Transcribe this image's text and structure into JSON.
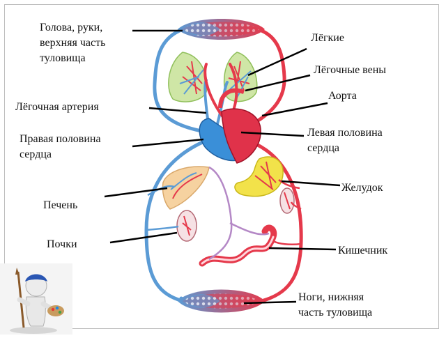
{
  "labels": {
    "head": "Голова, руки,\nверхняя часть\nтуловища",
    "lungs": "Лёгкие",
    "pulmonary_veins": "Лёгочные вены",
    "aorta": "Аорта",
    "pulmonary_artery": "Лёгочная артерия",
    "left_heart": "Левая половина\nсердца",
    "right_heart": "Правая половина\nсердца",
    "stomach": "Желудок",
    "liver": "Печень",
    "kidneys": "Почки",
    "intestine": "Кишечник",
    "legs": "Ноги, нижняя\nчасть туловища"
  },
  "colors": {
    "artery": "#e5394b",
    "vein": "#5b9bd5",
    "heart_left": "#e0324a",
    "heart_right": "#3a8fd8",
    "lung": "#b9d98a",
    "liver": "#f6d2a0",
    "stomach": "#f2e24a",
    "pointer": "#000000"
  },
  "icons": {
    "painter": "painter-figure-icon"
  }
}
